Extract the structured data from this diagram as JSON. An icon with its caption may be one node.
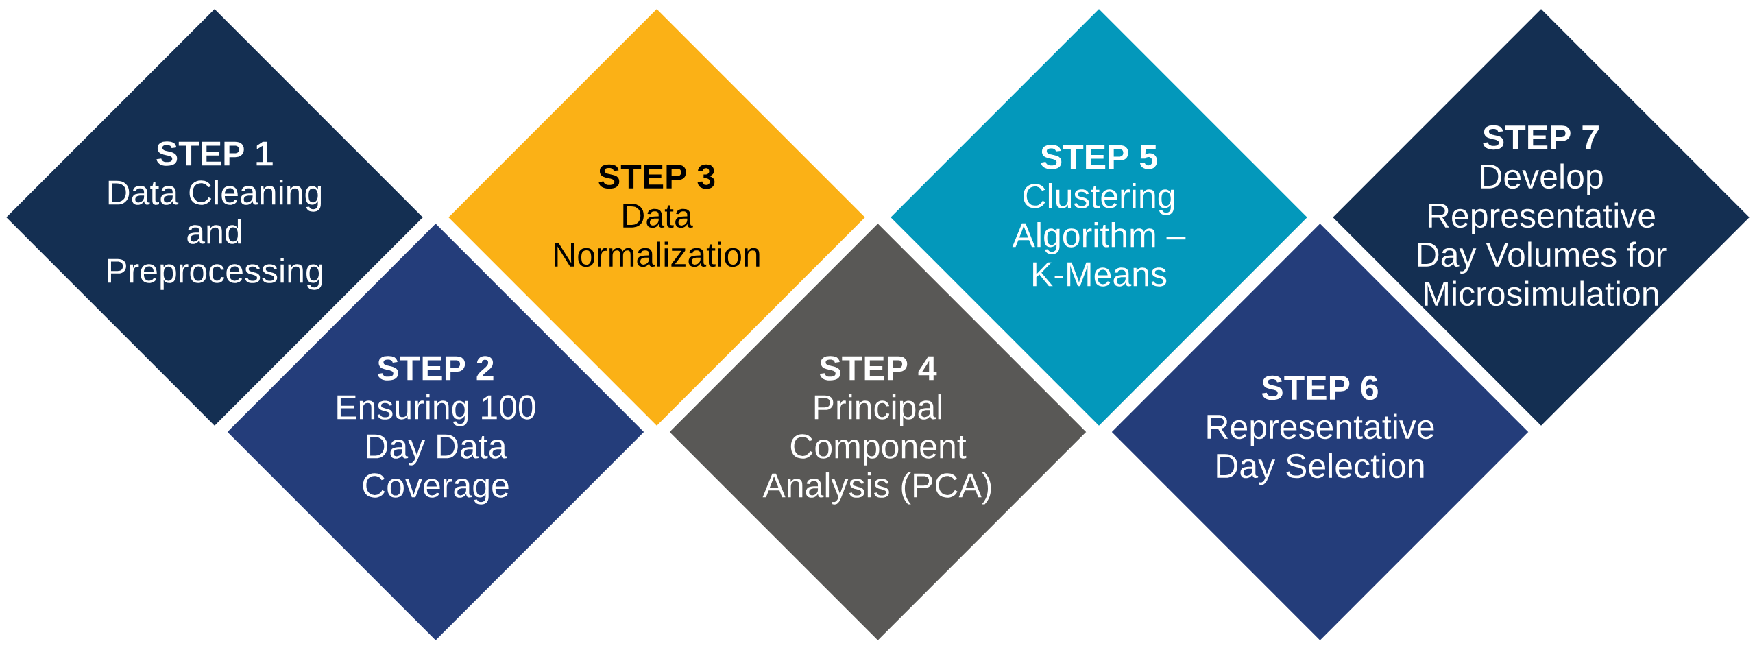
{
  "diagram": {
    "nodes": [
      {
        "text": [
          "STEP 1",
          "Data Cleaning and Preprocessing"
        ]
      },
      {
        "text": [
          "STEP 2",
          "Ensuring 100 Day Data Coverage"
        ]
      },
      {
        "text": [
          "STEP 3",
          "Data Normalization"
        ]
      },
      {
        "text": [
          "STEP 4",
          "Principal Component Analysis (PCA)"
        ]
      },
      {
        "text": [
          "STEP 5",
          "Clustering Algorithm – K-Means"
        ]
      },
      {
        "text": [
          "STEP 6",
          "Representative Day Selection"
        ]
      },
      {
        "text": [
          "STEP 7",
          "Develop Representative Day Volumes for Microsimulation"
        ]
      }
    ]
  }
}
